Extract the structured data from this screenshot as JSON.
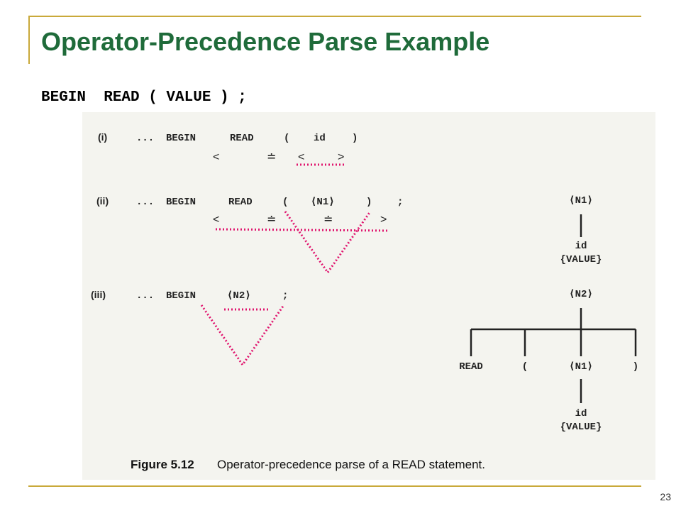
{
  "slide": {
    "title": "Operator-Precedence Parse Example",
    "statement": "BEGIN  READ ( VALUE ) ;",
    "page_number": "23"
  },
  "figure": {
    "rows": [
      {
        "label": "(i)",
        "tokens": [
          "...",
          "BEGIN",
          "READ",
          "(",
          "id",
          ")"
        ],
        "relations": [
          "<",
          "≐",
          "<",
          ">"
        ]
      },
      {
        "label": "(ii)",
        "tokens": [
          "...",
          "BEGIN",
          "READ",
          "(",
          "⟨N1⟩",
          ")",
          ";"
        ],
        "relations": [
          "<",
          "≐",
          "≐",
          ">"
        ]
      },
      {
        "label": "(iii)",
        "tokens": [
          "...",
          "BEGIN",
          "⟨N2⟩",
          ";"
        ]
      }
    ],
    "tree_ii": {
      "root": "⟨N1⟩",
      "child": "id",
      "value": "{VALUE}"
    },
    "tree_iii": {
      "root": "⟨N2⟩",
      "children": [
        "READ",
        "(",
        "⟨N1⟩",
        ")"
      ],
      "grandchild": "id",
      "value": "{VALUE}"
    },
    "caption": {
      "number": "Figure 5.12",
      "text": "Operator-precedence parse of a READ statement."
    }
  },
  "colors": {
    "title": "#1f6b3a",
    "frame": "#c9a93a",
    "highlight": "#e0156e"
  }
}
